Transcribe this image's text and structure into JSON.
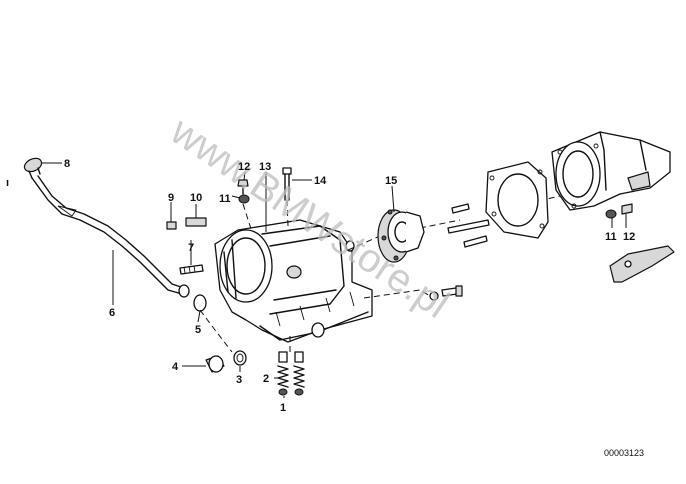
{
  "watermark": "www.BMWstore.pl",
  "figure_code": "00003123",
  "part_numbers": {
    "p1": "1",
    "p2": "2",
    "p3": "3",
    "p4": "4",
    "p5": "5",
    "p6": "6",
    "p7": "7",
    "p8": "8",
    "p9": "9",
    "p10": "10",
    "p11_left": "11",
    "p12_left": "12",
    "p13": "13",
    "p14": "14",
    "p15": "15",
    "p11_right": "11",
    "p12_right": "12"
  },
  "margin_mark": "ı"
}
